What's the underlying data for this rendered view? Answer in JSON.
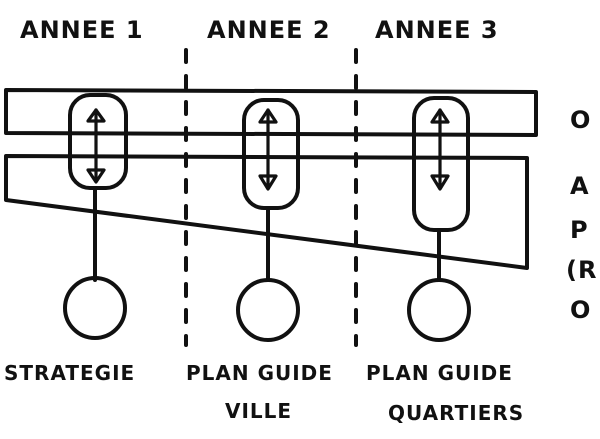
{
  "years": [
    {
      "label": "ANNEE 1"
    },
    {
      "label": "ANNEE 2"
    },
    {
      "label": "ANNEE 3"
    }
  ],
  "phases": [
    {
      "line1": "STRATEGIE",
      "line2": ""
    },
    {
      "line1": "PLAN GUIDE",
      "line2": "VILLE"
    },
    {
      "line1": "PLAN GUIDE",
      "line2": "QUARTIERS"
    }
  ],
  "side_notes": [
    "O",
    "A",
    "P",
    "(R",
    "O"
  ],
  "colors": {
    "ink": "#111111",
    "paper": "#ffffff"
  },
  "icons": [
    "double-arrow-icon"
  ]
}
